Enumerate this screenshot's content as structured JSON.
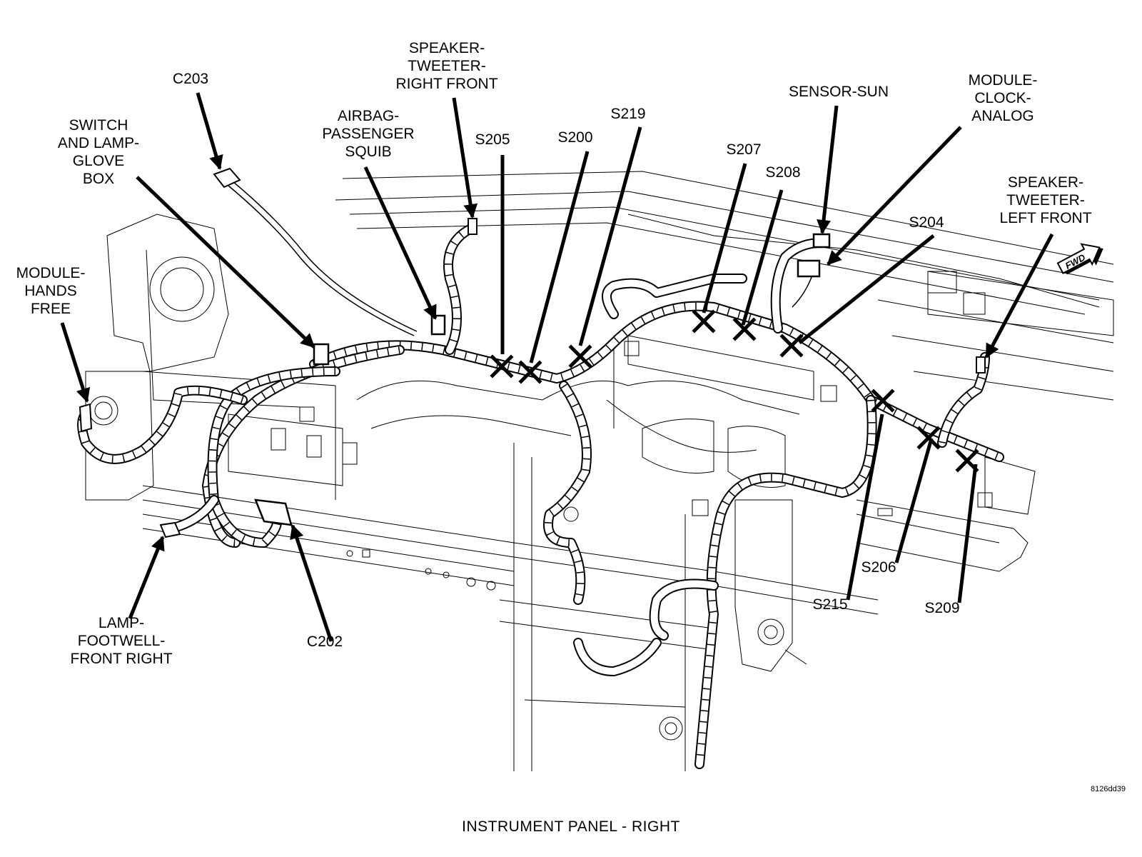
{
  "diagram": {
    "title": "INSTRUMENT PANEL - RIGHT",
    "figure_code": "8126dd39",
    "forward_indicator": "FWD",
    "callouts": [
      {
        "id": "c203",
        "text": "C203",
        "kind": "connector"
      },
      {
        "id": "switch-lamp-glove-box",
        "text": "SWITCH\nAND LAMP-\nGLOVE\nBOX",
        "kind": "component"
      },
      {
        "id": "airbag-passenger-squib",
        "text": "AIRBAG-\nPASSENGER\nSQUIB",
        "kind": "component"
      },
      {
        "id": "speaker-tweeter-right-front",
        "text": "SPEAKER-\nTWEETER-\nRIGHT FRONT",
        "kind": "component"
      },
      {
        "id": "s205",
        "text": "S205",
        "kind": "splice"
      },
      {
        "id": "s200",
        "text": "S200",
        "kind": "splice"
      },
      {
        "id": "s219",
        "text": "S219",
        "kind": "splice"
      },
      {
        "id": "s207",
        "text": "S207",
        "kind": "splice"
      },
      {
        "id": "s208",
        "text": "S208",
        "kind": "splice"
      },
      {
        "id": "sensor-sun",
        "text": "SENSOR-SUN",
        "kind": "component"
      },
      {
        "id": "module-clock-analog",
        "text": "MODULE-\nCLOCK-\nANALOG",
        "kind": "component"
      },
      {
        "id": "s204",
        "text": "S204",
        "kind": "splice"
      },
      {
        "id": "speaker-tweeter-left-front",
        "text": "SPEAKER-\nTWEETER-\nLEFT FRONT",
        "kind": "component"
      },
      {
        "id": "module-hands-free",
        "text": "MODULE-\nHANDS\nFREE",
        "kind": "component"
      },
      {
        "id": "lamp-footwell-front-right",
        "text": "LAMP-\nFOOTWELL-\nFRONT RIGHT",
        "kind": "component"
      },
      {
        "id": "c202",
        "text": "C202",
        "kind": "connector"
      },
      {
        "id": "s215",
        "text": "S215",
        "kind": "splice"
      },
      {
        "id": "s206",
        "text": "S206",
        "kind": "splice"
      },
      {
        "id": "s209",
        "text": "S209",
        "kind": "splice"
      }
    ]
  }
}
